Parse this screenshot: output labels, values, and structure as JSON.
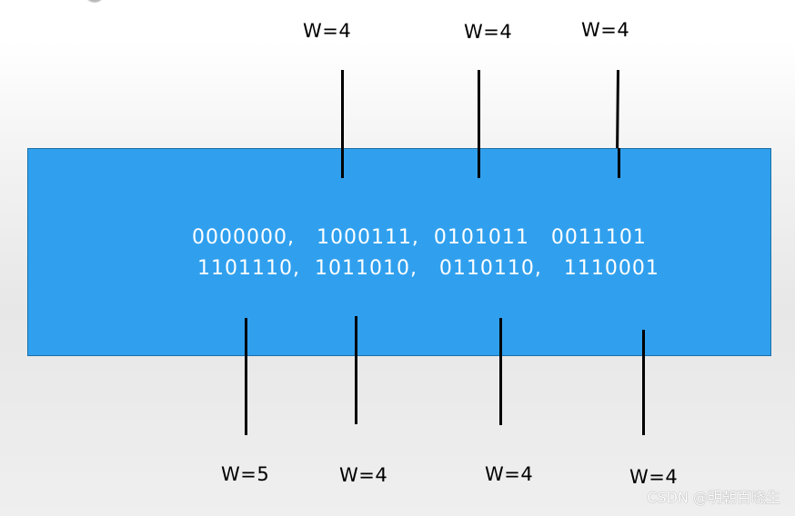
{
  "codewords": {
    "row1": "0000000,   1000111,  0101011   0011101",
    "row2": "1101110,  1011010,   0110110,   1110001"
  },
  "weights_top": [
    "W=4",
    "W=4",
    "W=4"
  ],
  "weights_bottom": [
    "W=5",
    "W=4",
    "W=4",
    "W=4"
  ],
  "watermark": "CSDN @明朝百晓生",
  "colors": {
    "block": "#30a0ee",
    "line": "#000000",
    "text_on_block": "#ffffff"
  }
}
